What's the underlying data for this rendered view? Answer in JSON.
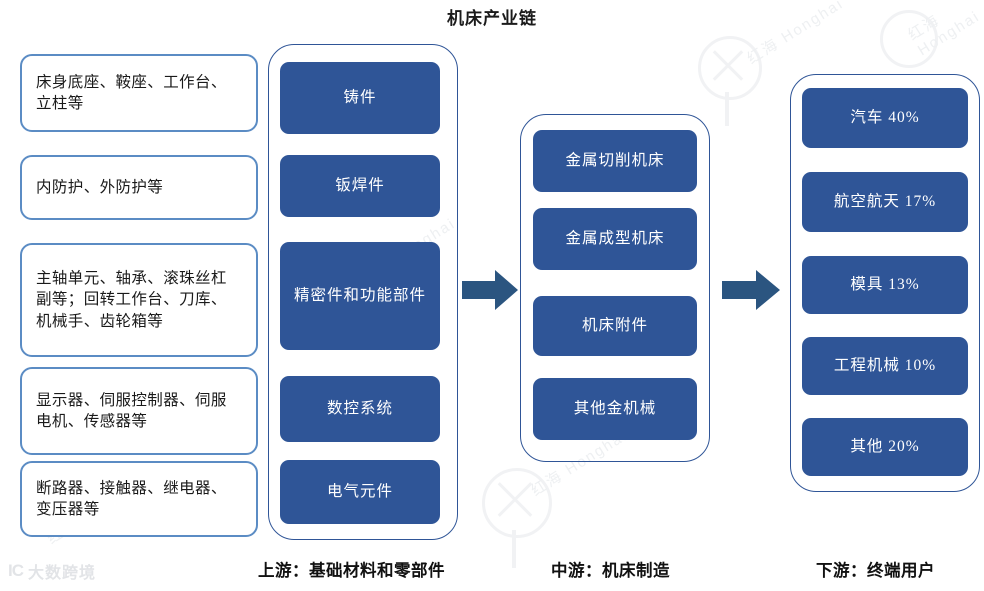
{
  "title": "机床产业链",
  "logo": {
    "mark": "IC",
    "text": "大数跨境"
  },
  "watermark": {
    "text": "红海 Honghai"
  },
  "colors": {
    "box_fill": "#2f5597",
    "outline_box_border": "#5b8cc4",
    "container_border": "#2f5597",
    "arrow": "#2b5580",
    "text_dark": "#1a1a1a",
    "text_light": "#ffffff"
  },
  "upstream": {
    "stage_label": "上游：基础材料和零部件",
    "detail_boxes": [
      {
        "text": "床身底座、鞍座、工作台、立柱等"
      },
      {
        "text": "内防护、外防护等"
      },
      {
        "text": "主轴单元、轴承、滚珠丝杠副等；回转工作台、刀库、机械手、齿轮箱等"
      },
      {
        "text": "显示器、伺服控制器、伺服电机、传感器等"
      },
      {
        "text": "断路器、接触器、继电器、变压器等"
      }
    ],
    "category_boxes": [
      {
        "text": "铸件"
      },
      {
        "text": "钣焊件"
      },
      {
        "text": "精密件和功能部件"
      },
      {
        "text": "数控系统"
      },
      {
        "text": "电气元件"
      }
    ]
  },
  "midstream": {
    "stage_label": "中游：机床制造",
    "category_boxes": [
      {
        "text": "金属切削机床"
      },
      {
        "text": "金属成型机床"
      },
      {
        "text": "机床附件"
      },
      {
        "text": "其他金机械"
      }
    ]
  },
  "downstream": {
    "stage_label": "下游：终端用户",
    "category_boxes": [
      {
        "text": "汽车 40%",
        "name": "汽车",
        "share": 40
      },
      {
        "text": "航空航天 17%",
        "name": "航空航天",
        "share": 17
      },
      {
        "text": "模具 13%",
        "name": "模具",
        "share": 13
      },
      {
        "text": "工程机械 10%",
        "name": "工程机械",
        "share": 10
      },
      {
        "text": "其他 20%",
        "name": "其他",
        "share": 20
      }
    ]
  },
  "arrows": [
    {
      "from": "上游",
      "to": "中游"
    },
    {
      "from": "中游",
      "to": "下游"
    }
  ]
}
